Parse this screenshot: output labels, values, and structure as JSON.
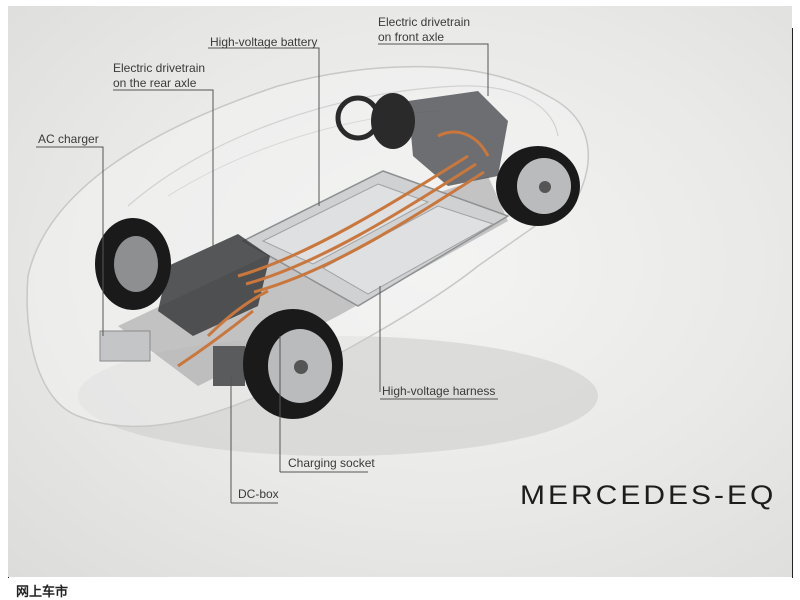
{
  "labels": {
    "front_axle": {
      "line1": "Electric drivetrain",
      "line2": "on front axle"
    },
    "battery": "High-voltage battery",
    "rear_axle": {
      "line1": "Electric drivetrain",
      "line2": "on the rear axle"
    },
    "ac_charger": "AC charger",
    "harness": "High-voltage harness",
    "charging_socket": "Charging socket",
    "dc_box": "DC-box"
  },
  "brand": "MERCEDES-EQ",
  "watermark": "网上车市",
  "colors": {
    "leader_line": "#555555",
    "cable": "#c9773d",
    "tire": "#1a1a1a",
    "battery": "#cfd1d2"
  }
}
